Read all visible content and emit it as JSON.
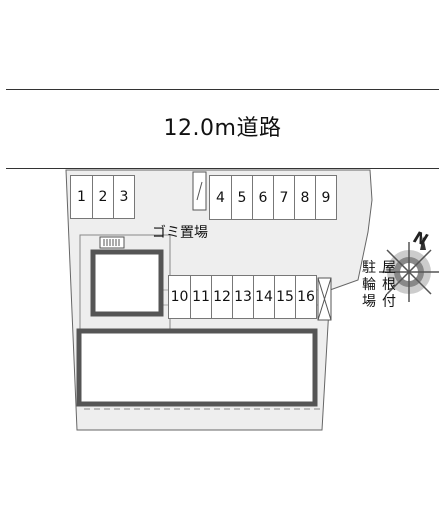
{
  "road": {
    "label": "12.0m道路"
  },
  "parking_top_left": [
    "1",
    "2",
    "3"
  ],
  "parking_top_right": [
    "4",
    "5",
    "6",
    "7",
    "8",
    "9"
  ],
  "parking_middle": [
    "10",
    "11",
    "12",
    "13",
    "14",
    "15",
    "16"
  ],
  "labels": {
    "garbage": "ゴミ置場",
    "roofed": [
      "屋",
      "根",
      "付"
    ],
    "bike_parking": [
      "駐",
      "輪",
      "場"
    ]
  },
  "compass": {
    "north_label": "N"
  },
  "colors": {
    "lot": "#eeeeee",
    "building": "#555555",
    "line": "#333333"
  }
}
